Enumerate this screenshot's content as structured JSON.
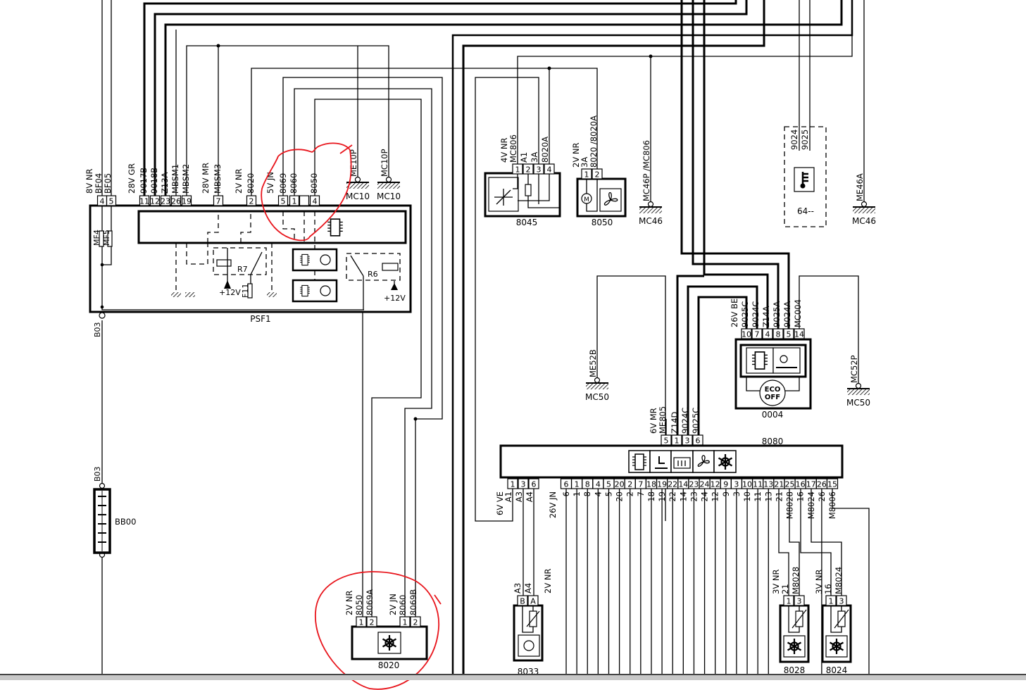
{
  "colors": {
    "wire": "#000000",
    "annotation": "#e8141b",
    "background": "#ffffff"
  },
  "psf1": {
    "name": "PSF1",
    "pins": [
      "4",
      "5",
      "11",
      "12",
      "23",
      "26",
      "19",
      "7",
      "2",
      "5",
      "1",
      "",
      "4"
    ],
    "wire_labels": [
      "8V NR",
      "BF04",
      "BF05",
      "28V GR",
      "9017B",
      "9018B",
      "Z13A",
      "MBSM1",
      "MBSM2",
      "28V MR",
      "MBSM3",
      "2V NR",
      "8020",
      "5V JN",
      "8069",
      "8060",
      "8050"
    ],
    "fuses": [
      "MF4",
      "MF5",
      "F11"
    ],
    "relays": [
      "R7",
      "R6"
    ],
    "supply": [
      "+12V",
      "+12V"
    ]
  },
  "grounds": {
    "mc10": [
      {
        "wire": "ME10P",
        "name": "MC10"
      },
      {
        "wire": "MC10P",
        "name": "MC10"
      }
    ],
    "mc46": [
      {
        "wire": "MC46P /MC806",
        "name": "MC46"
      },
      {
        "wire": "ME46A",
        "name": "MC46"
      }
    ],
    "mc50": [
      {
        "wire": "ME52B",
        "name": "MC50"
      },
      {
        "wire": "MC52P",
        "name": "MC50"
      }
    ]
  },
  "battery": {
    "name": "BB00",
    "terminal_top": "B03",
    "terminal_bottom": "B03"
  },
  "c8045": {
    "name": "8045",
    "pins": [
      "1",
      "2",
      "3",
      "4"
    ],
    "wire_labels": [
      "4V NR",
      "MC806",
      "A1",
      "3A",
      "8020A"
    ]
  },
  "c8050": {
    "name": "8050",
    "pins": [
      "1",
      "2"
    ],
    "wire_labels": [
      "2V NR",
      "3A",
      "8020 /8020A"
    ]
  },
  "c64": {
    "name": "64--",
    "wire_labels": [
      "9024",
      "9025"
    ]
  },
  "c0004": {
    "name": "0004",
    "pins": [
      "10",
      "7",
      "4",
      "8",
      "5",
      "14"
    ],
    "wire_labels": [
      "26V BE",
      "9025C",
      "9024C",
      "Z14A",
      "9025A",
      "9024A",
      "MC004"
    ],
    "button": [
      "ECO",
      "OFF"
    ]
  },
  "c8080": {
    "name": "8080",
    "top_pins": [
      "5",
      "1",
      "3",
      "6"
    ],
    "top_labels": [
      "6V MR",
      "ME805",
      "Z14D",
      "9024C",
      "9025C"
    ],
    "left_pins": [
      "1",
      "3",
      "6"
    ],
    "left_labels": [
      "6V VE",
      "A1",
      "A3",
      "A4"
    ],
    "right_group_label": "26V JN",
    "bottom_pins": [
      "6",
      "1",
      "8",
      "4",
      "5",
      "20",
      "2",
      "7",
      "18",
      "19",
      "22",
      "14",
      "23",
      "24",
      "12",
      "9",
      "3",
      "10",
      "11",
      "13",
      "21",
      "25",
      "16",
      "17",
      "26",
      "15"
    ],
    "bottom_labels": [
      "6",
      "1",
      "8",
      "4",
      "5",
      "20",
      "2",
      "7",
      "18",
      "19",
      "22",
      "14",
      "23",
      "24",
      "12",
      "9",
      "3",
      "10",
      "11",
      "13",
      "21",
      "M8028",
      "16",
      "M8024",
      "26",
      "M8006"
    ]
  },
  "c8033": {
    "name": "8033",
    "pins": [
      "B",
      "A"
    ],
    "wire_labels": [
      "A3",
      "A4",
      "2V NR"
    ]
  },
  "c8028": {
    "name": "8028",
    "pins": [
      "1",
      "3"
    ],
    "wire_labels": [
      "3V NR",
      "21",
      "M8028"
    ]
  },
  "c8024": {
    "name": "8024",
    "pins": [
      "1",
      "3"
    ],
    "wire_labels": [
      "3V NR",
      "16",
      "M8024"
    ]
  },
  "c8020": {
    "name": "8020",
    "pins": [
      "1",
      "2",
      "1",
      "2"
    ],
    "wire_labels": [
      "2V NR",
      "8050",
      "8069A",
      "2V JN",
      "8060",
      "8069B"
    ]
  }
}
